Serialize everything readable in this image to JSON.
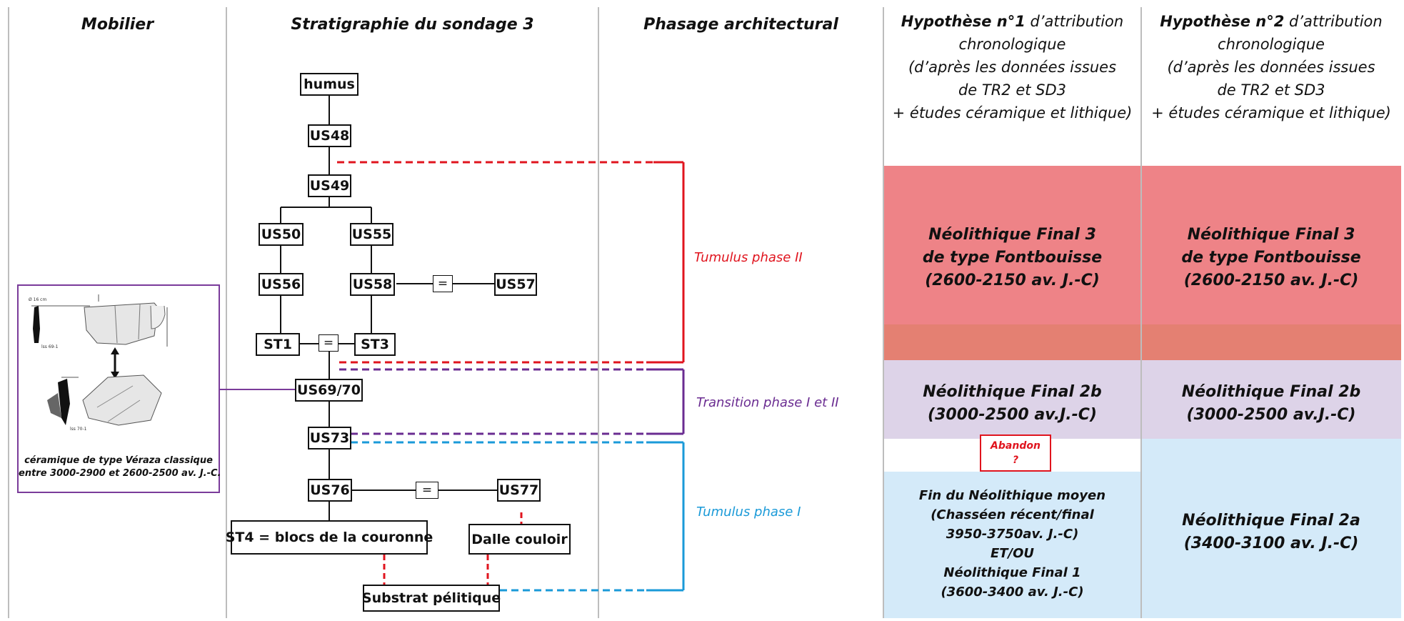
{
  "headers": {
    "mobilier": "Mobilier",
    "stratigraphie": "Stratigraphie du sondage 3",
    "phasage": "Phasage architectural",
    "hyp1": {
      "bold": "Hypothèse n°1",
      "rest": " d’attribution",
      "lines": [
        "chronologique",
        "(d’après les données issues",
        "de TR2 et SD3",
        "+ études céramique et lithique)"
      ]
    },
    "hyp2": {
      "bold": "Hypothèse n°2",
      "rest": " d’attribution",
      "lines": [
        "chronologique",
        "(d’après les données issues",
        "de TR2 et SD3",
        "+ études céramique et lithique)"
      ]
    }
  },
  "strata": {
    "humus": "humus",
    "us48": "US48",
    "us49": "US49",
    "us50": "US50",
    "us55": "US55",
    "us56": "US56",
    "us58": "US58",
    "us57": "US57",
    "st1": "ST1",
    "st3": "ST3",
    "us6970": "US69/70",
    "us73": "US73",
    "us76": "US76",
    "us77": "US77",
    "st4": "ST4 = blocs de la couronne",
    "dalle": "Dalle couloir",
    "substrat": "Substrat pélitique",
    "equal": "="
  },
  "phases": {
    "phase2": "Tumulus phase II",
    "transition": "Transition phase I et II",
    "phase1": "Tumulus phase I"
  },
  "hyp1": {
    "nf3": [
      "Néolithique Final 3",
      "de type Fontbouisse",
      "(2600-2150 av. J.-C)"
    ],
    "nf2b": [
      "Néolithique Final 2b",
      "(3000-2500 av.J.-C)"
    ],
    "abandon": [
      "Abandon",
      "?"
    ],
    "bottom": [
      "Fin du Néolithique moyen",
      "(Chasséen récent/final",
      "3950-3750av. J.-C)",
      "ET/OU",
      "Néolithique Final 1",
      "(3600-3400 av. J.-C)"
    ]
  },
  "hyp2": {
    "nf3": [
      "Néolithique Final 3",
      "de type Fontbouisse",
      "(2600-2150 av. J.-C)"
    ],
    "nf2b": [
      "Néolithique Final 2b",
      "(3000-2500 av.J.-C)"
    ],
    "nf2a": [
      "Néolithique Final 2a",
      "(3400-3100 av. J.-C)"
    ]
  },
  "mobilier": {
    "caption": [
      "céramique de type Véraza classique",
      "entre 3000-2900 et 2600-2500 av. J.-C."
    ],
    "diam_label": "Ø 16 cm",
    "label_top": "lss 69-1",
    "label_bottom": "lss 70-1"
  },
  "colors": {
    "red": "#e0141e",
    "purple": "#6a2c91",
    "blue": "#1a9ad8",
    "band_nf3": "#ee8387",
    "band_overlap": "#e48072",
    "band_nf2b": "#ddd3e8",
    "band_blue": "#d4eaf9",
    "divider": "#bdbdbd"
  }
}
